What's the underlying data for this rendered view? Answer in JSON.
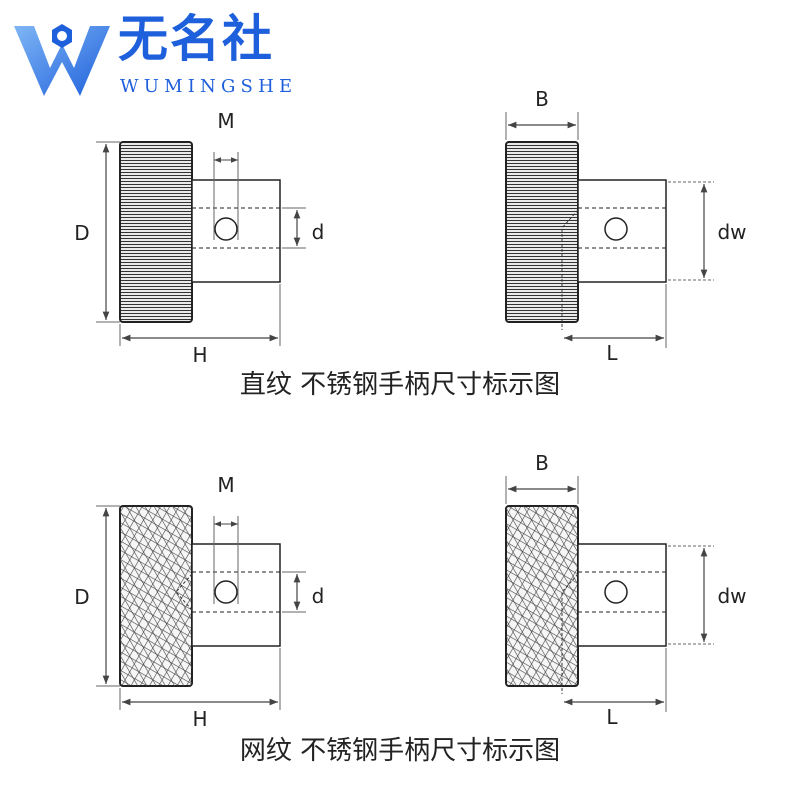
{
  "logo": {
    "name_cn": "无名社",
    "name_en": "WUMINGSHE",
    "colors": {
      "blue": "#1e5fdb",
      "light_blue": "#5fa0f0"
    }
  },
  "captions": {
    "top": "直纹 不锈钢手柄尺寸标示图",
    "bottom": "网纹 不锈钢手柄尺寸标示图"
  },
  "dims": {
    "D": "D",
    "M": "M",
    "d": "d",
    "H": "H",
    "B": "B",
    "dw": "dw",
    "L": "L"
  }
}
